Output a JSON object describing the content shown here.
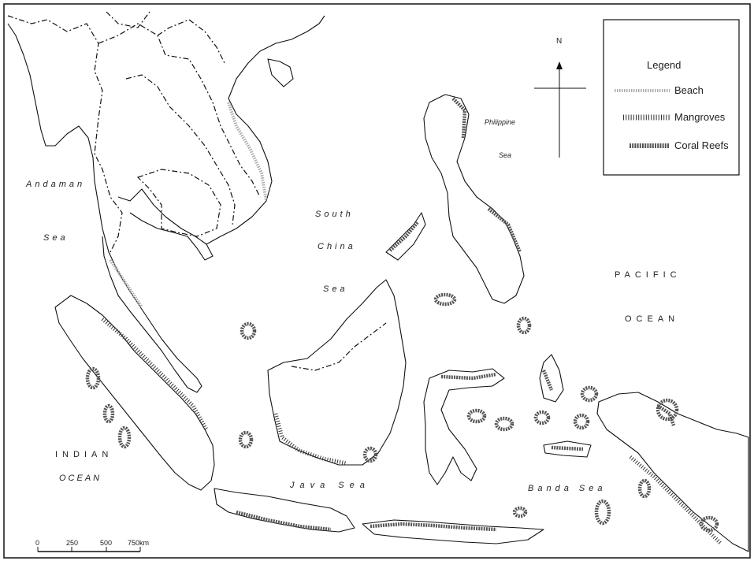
{
  "map": {
    "compass": {
      "north_label": "N"
    },
    "legend": {
      "title": "Legend",
      "items": [
        {
          "label": "Beach",
          "pattern": "beach"
        },
        {
          "label": "Mangroves",
          "pattern": "mangrove"
        },
        {
          "label": "Coral Reefs",
          "pattern": "reef"
        }
      ]
    },
    "seas": {
      "andaman": [
        "Andaman",
        "Sea"
      ],
      "south_china": [
        "South",
        "China",
        "Sea"
      ],
      "philippine": [
        "Philippine",
        "Sea"
      ],
      "pacific": [
        "PACIFIC",
        "OCEAN"
      ],
      "indian": [
        "INDIAN",
        "OCEAN"
      ],
      "java": "Java Sea",
      "banda": "Banda Sea"
    },
    "scale_bar": {
      "ticks": [
        "0",
        "250",
        "500",
        "750km"
      ]
    },
    "colors": {
      "line": "#111111",
      "reef": "#555555",
      "mangrove": "#333333",
      "beach": "#aaaaaa"
    }
  }
}
